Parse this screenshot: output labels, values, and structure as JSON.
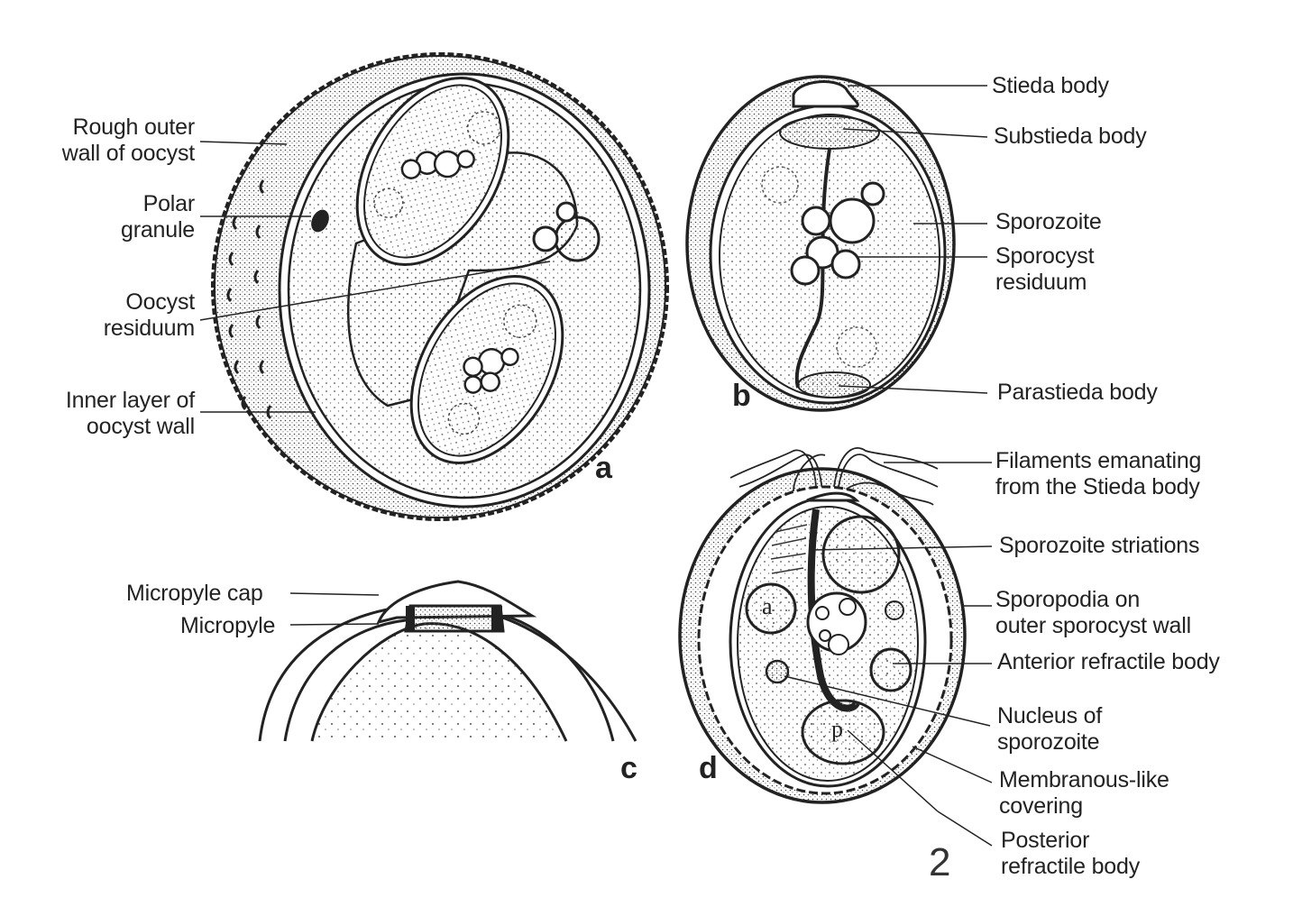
{
  "figure_number": "2",
  "panels": {
    "a": {
      "letter": "a",
      "labels": {
        "rough_outer_wall": [
          "Rough outer",
          "wall of oocyst"
        ],
        "polar_granule": [
          "Polar",
          "granule"
        ],
        "oocyst_residuum": [
          "Oocyst",
          "residuum"
        ],
        "inner_layer": [
          "Inner layer of",
          "oocyst wall"
        ]
      }
    },
    "b": {
      "letter": "b",
      "labels": {
        "stieda_body": "Stieda body",
        "substieda_body": "Substieda body",
        "sporozoite": "Sporozoite",
        "sporocyst_residuum": [
          "Sporocyst",
          "residuum"
        ],
        "parastieda_body": "Parastieda body"
      }
    },
    "c": {
      "letter": "c",
      "labels": {
        "micropyle_cap": "Micropyle cap",
        "micropyle": "Micropyle"
      }
    },
    "d": {
      "letter": "d",
      "inner_marks": {
        "anterior": "a",
        "posterior": "p"
      },
      "labels": {
        "filaments": [
          "Filaments emanating",
          "from the Stieda body"
        ],
        "striations": "Sporozoite striations",
        "sporopodia": [
          "Sporopodia on",
          "outer sporocyst wall"
        ],
        "anterior_refractile": "Anterior refractile body",
        "nucleus": [
          "Nucleus of",
          "sporozoite"
        ],
        "membranous": [
          "Membranous-like",
          "covering"
        ],
        "posterior_refractile": [
          "Posterior",
          "refractile body"
        ]
      }
    }
  },
  "colors": {
    "ink": "#222222",
    "paper": "#ffffff",
    "stipple": "#555555"
  }
}
